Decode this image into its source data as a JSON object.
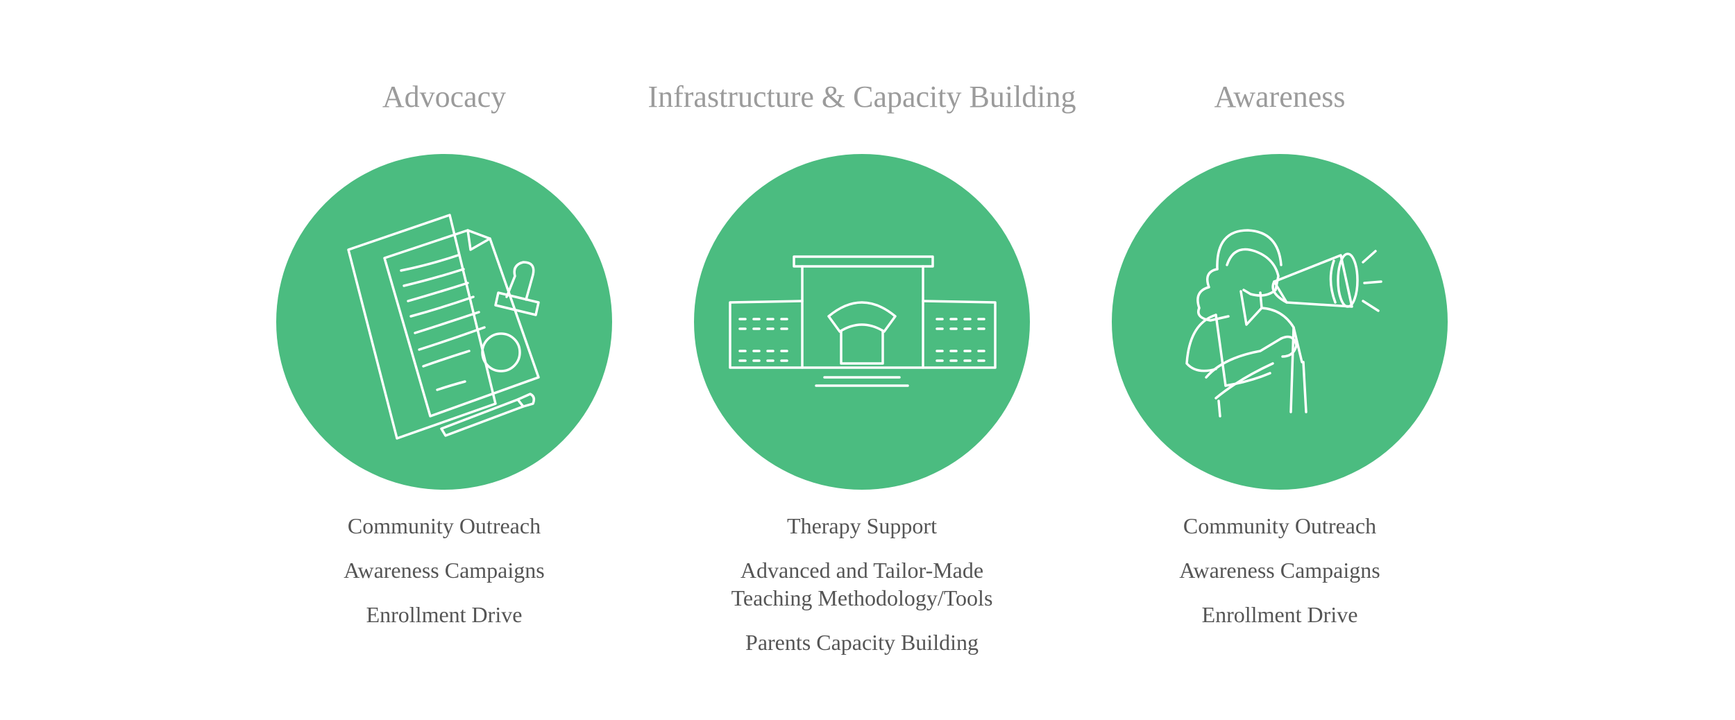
{
  "columns": [
    {
      "title": "Advocacy",
      "icon": "document-stamp-icon",
      "items": [
        "Community Outreach",
        "Awareness Campaigns",
        "Enrollment Drive"
      ]
    },
    {
      "title": "Infrastructure & Capacity Building",
      "icon": "school-building-icon",
      "items": [
        "Therapy Support",
        "Advanced and Tailor-Made",
        "Teaching Methodology/Tools",
        "Parents Capacity Building"
      ]
    },
    {
      "title": "Awareness",
      "icon": "megaphone-person-icon",
      "items": [
        "Community Outreach",
        "Awareness Campaigns",
        "Enrollment Drive"
      ]
    }
  ],
  "colors": {
    "circle": "#4bbc80",
    "title": "#9b9b9b",
    "text": "#555555",
    "background": "#ffffff"
  }
}
